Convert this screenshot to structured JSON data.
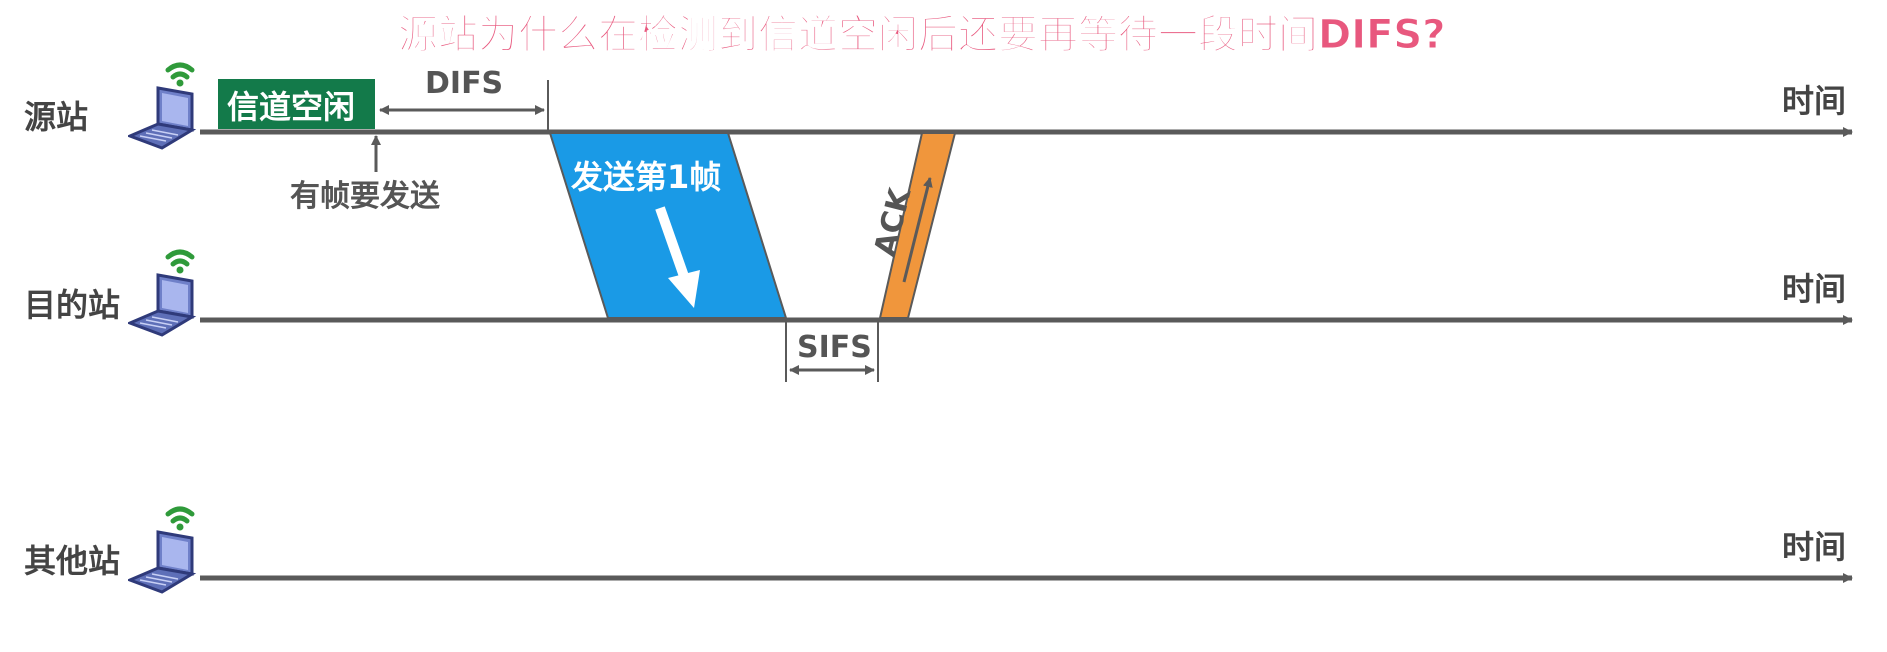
{
  "title": "源站为什么在检测到信道空闲后还要再等待一段时间DIFS?",
  "stations": [
    {
      "id": "source",
      "label": "源站",
      "time_label": "时间"
    },
    {
      "id": "destination",
      "label": "目的站",
      "time_label": "时间"
    },
    {
      "id": "other",
      "label": "其他站",
      "time_label": "时间"
    }
  ],
  "channel_idle_label": "信道空闲",
  "difs_label": "DIFS",
  "has_frame_label": "有帧要发送",
  "frame_label": "发送第1帧",
  "sifs_label": "SIFS",
  "ack_label": "ACK",
  "colors": {
    "title": "#e8587e",
    "timeline": "#5a5a5a",
    "channel_idle_box": "#137a4a",
    "frame": "#1a9ae6",
    "ack": "#f0963c",
    "wifi": "#2f9a3a",
    "laptop": "#8a98d8"
  }
}
